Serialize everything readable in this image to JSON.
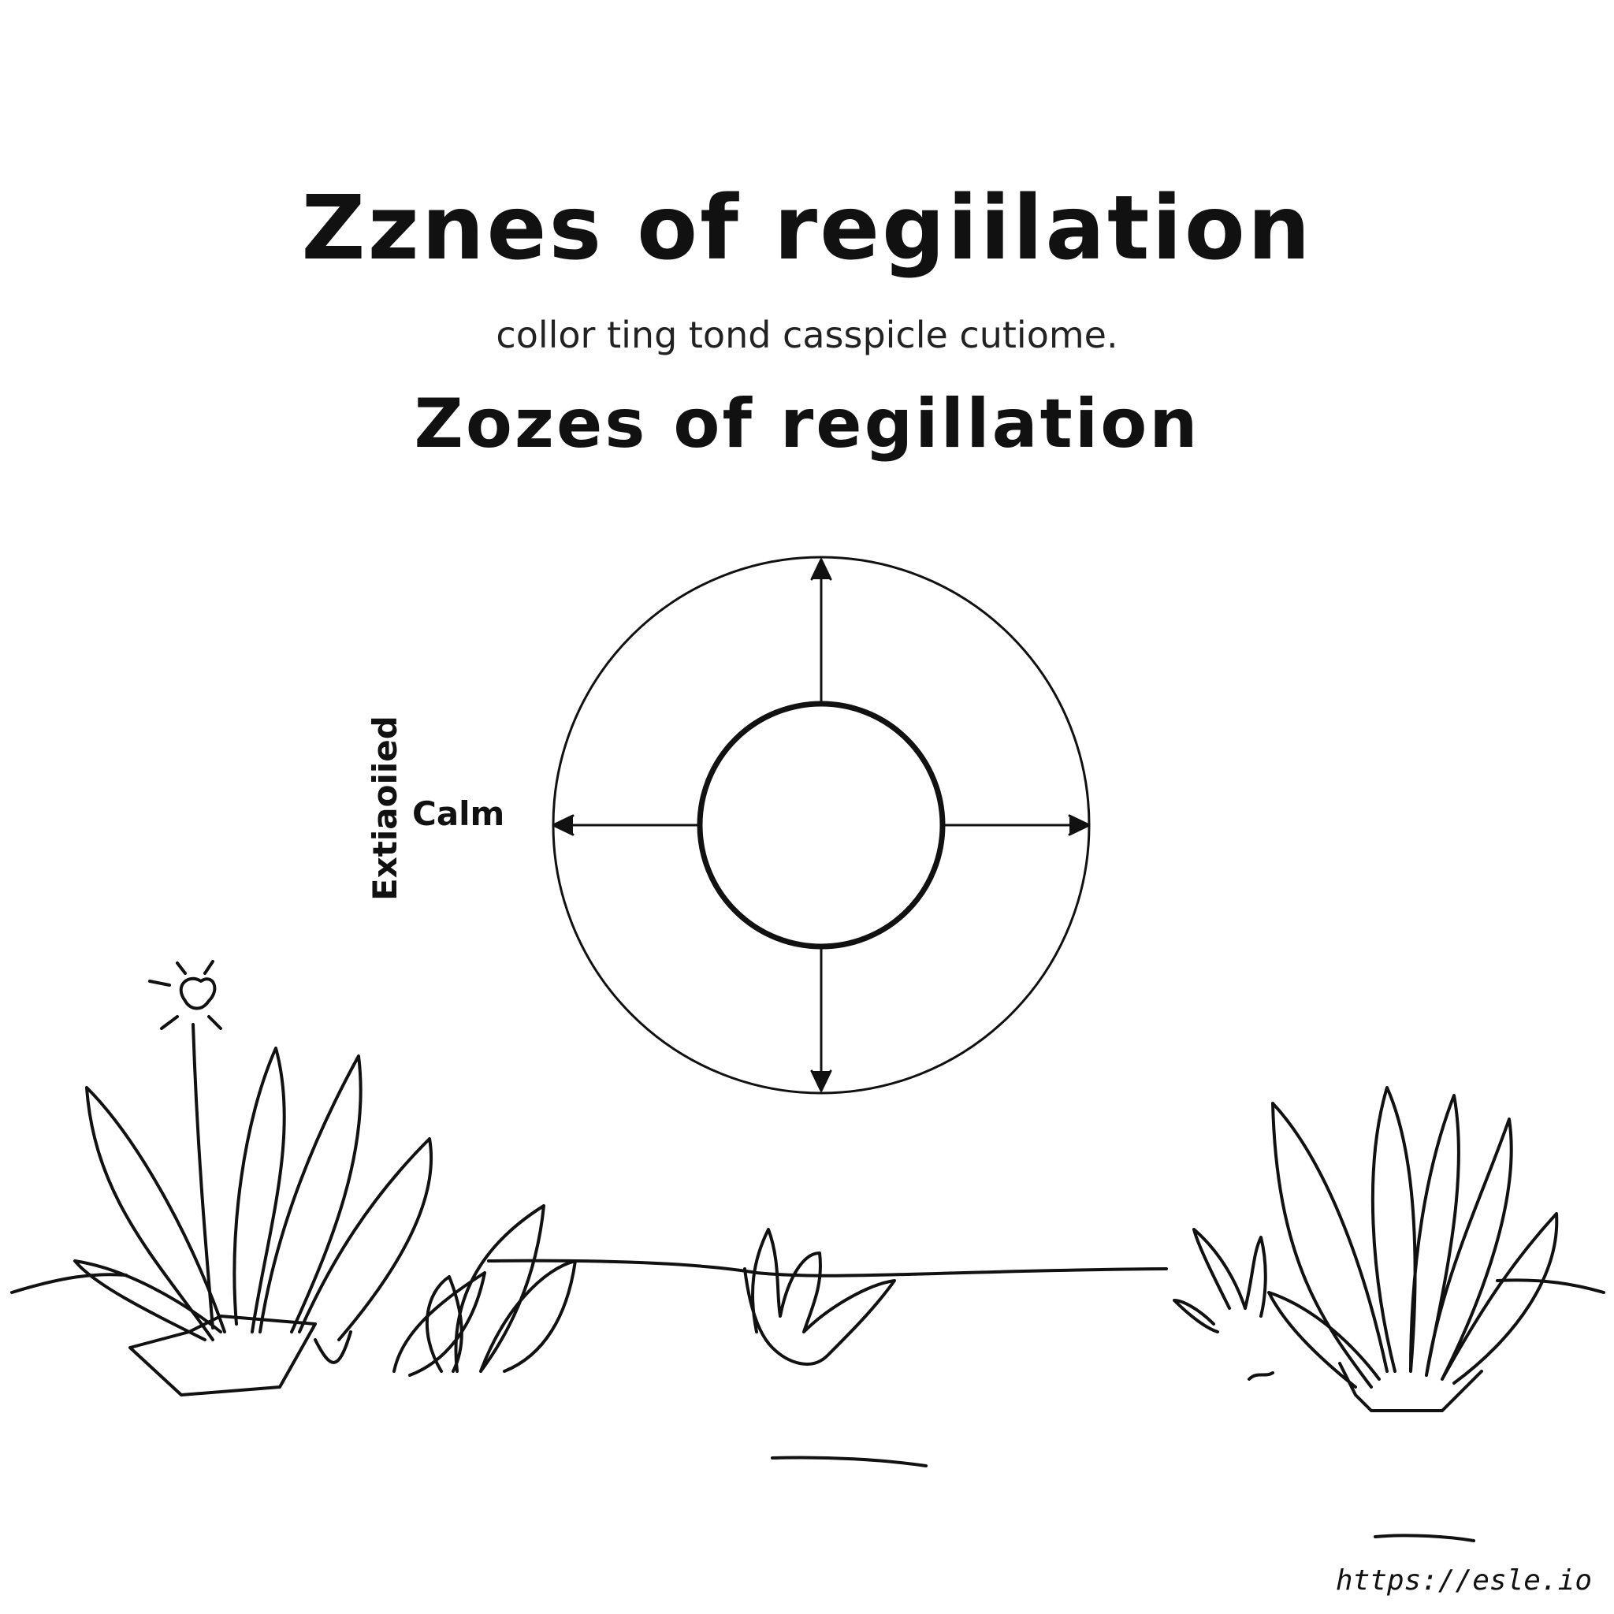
{
  "title": "Zznes of regiilation",
  "subtitle": "collor ting tond casspicle cutiome.",
  "heading2": "Zozes of regillation",
  "diagram": {
    "center_label": "Calm",
    "vertical_label": "Extiaoiied"
  },
  "watermark": "https://esle.io",
  "colors": {
    "ink": "#111111",
    "background": "#ffffff"
  }
}
